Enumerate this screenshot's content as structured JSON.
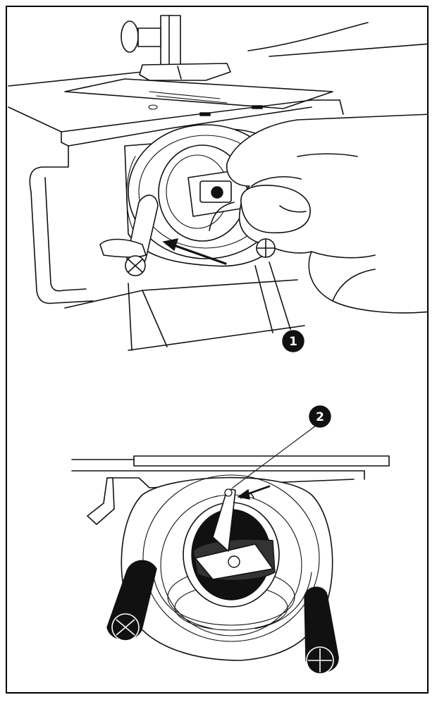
{
  "steps": [
    {
      "number": "1"
    },
    {
      "number": "2"
    }
  ],
  "colors": {
    "ink": "#111111",
    "paper": "#ffffff"
  },
  "icons": [
    "hand-illustration",
    "direction-arrow",
    "bobbin-case",
    "latch-lever",
    "screw-head"
  ]
}
